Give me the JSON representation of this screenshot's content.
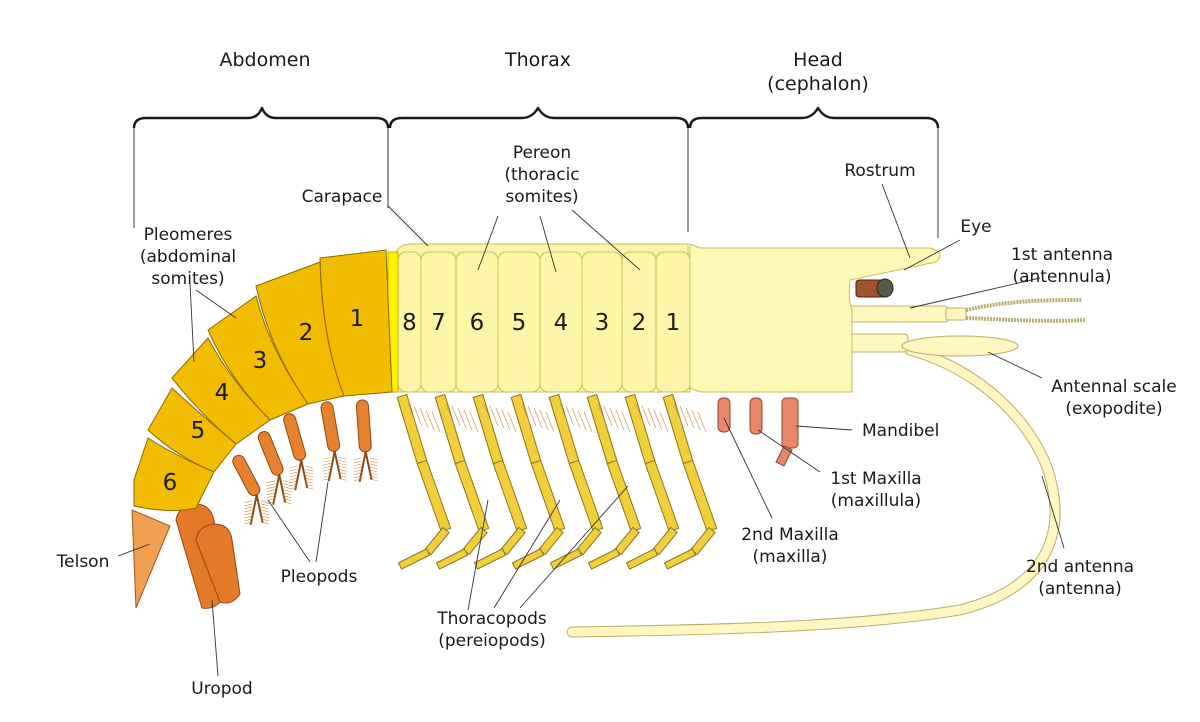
{
  "regions": {
    "abdomen": "Abdomen",
    "thorax": "Thorax",
    "head_line1": "Head",
    "head_line2": "(cephalon)"
  },
  "labels": {
    "carapace": "Carapace",
    "pereon": [
      "Pereon",
      "(thoracic",
      "somites)"
    ],
    "rostrum": "Rostrum",
    "eye": "Eye",
    "antennule": [
      "1st antenna",
      "(antennula)"
    ],
    "pleomeres": [
      "Pleomeres",
      "(abdominal",
      "somites)"
    ],
    "antennal_scale": [
      "Antennal scale",
      "(exopodite)"
    ],
    "mandibel": "Mandibel",
    "maxillula": [
      "1st Maxilla",
      "(maxillula)"
    ],
    "maxilla": [
      "2nd Maxilla",
      "(maxilla)"
    ],
    "antenna": [
      "2nd antenna",
      "(antenna)"
    ],
    "telson": "Telson",
    "pleopods": "Pleopods",
    "thoracopods": [
      "Thoracopods",
      "(pereiopods)"
    ],
    "uropod": "Uropod"
  },
  "abdominal_segments": [
    "1",
    "2",
    "3",
    "4",
    "5",
    "6"
  ],
  "thoracic_segments": [
    "8",
    "7",
    "6",
    "5",
    "4",
    "3",
    "2",
    "1"
  ],
  "colors": {
    "abdomen": "#f2bd00",
    "thorax": "#fdf6a8",
    "legs": "#f2cf3a",
    "pleopods": "#e8812e",
    "mouthparts": "#e8876a",
    "antenna": "#fff6c0",
    "eye": "#7a3a20"
  }
}
